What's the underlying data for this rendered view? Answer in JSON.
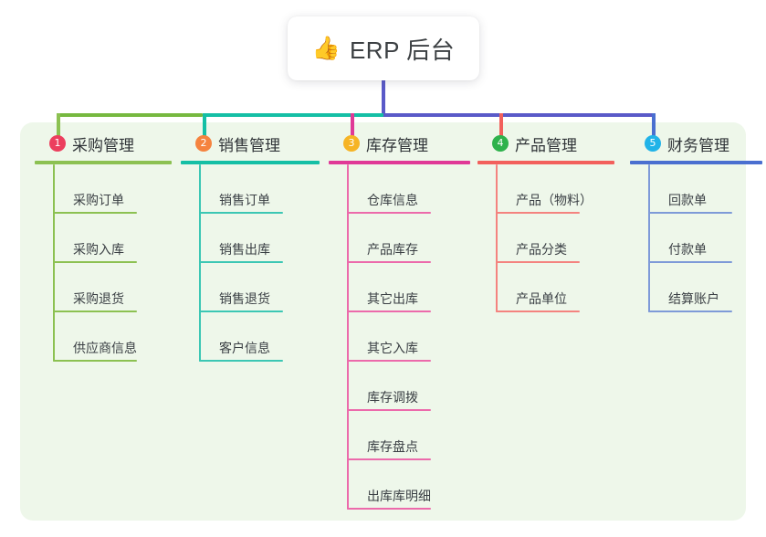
{
  "root": {
    "icon": "thumbs-up-icon",
    "emoji": "👍",
    "title": "ERP 后台"
  },
  "palette": {
    "panel_bg": "#eef7ea",
    "page_bg": "#ffffff",
    "stem": "#5a5ac8",
    "bus_left": "#76b83f",
    "bus_mid": "#14bfa5",
    "bus_right": "#5a5ac8"
  },
  "columns": [
    {
      "number": "1",
      "title": "采购管理",
      "badge_color": "#ec3f5e",
      "rule_color": "#8cc152",
      "line_color": "#8cc152",
      "items": [
        {
          "label": "采购订单"
        },
        {
          "label": "采购入库"
        },
        {
          "label": "采购退货"
        },
        {
          "label": "供应商信息"
        }
      ]
    },
    {
      "number": "2",
      "title": "销售管理",
      "badge_color": "#f5833f",
      "rule_color": "#14bfa5",
      "line_color": "#3cc7b4",
      "items": [
        {
          "label": "销售订单"
        },
        {
          "label": "销售出库"
        },
        {
          "label": "销售退货"
        },
        {
          "label": "客户信息"
        }
      ]
    },
    {
      "number": "3",
      "title": "库存管理",
      "badge_color": "#f6b425",
      "rule_color": "#e03997",
      "line_color": "#ec6aab",
      "items": [
        {
          "label": "仓库信息"
        },
        {
          "label": "产品库存"
        },
        {
          "label": "其它出库"
        },
        {
          "label": "其它入库"
        },
        {
          "label": "库存调拨"
        },
        {
          "label": "库存盘点"
        },
        {
          "label": "出库库明细"
        }
      ]
    },
    {
      "number": "4",
      "title": "产品管理",
      "badge_color": "#2eb24c",
      "rule_color": "#f2605c",
      "line_color": "#f4837f",
      "items": [
        {
          "label": "产品（物料）"
        },
        {
          "label": "产品分类"
        },
        {
          "label": "产品单位"
        }
      ]
    },
    {
      "number": "5",
      "title": "财务管理",
      "badge_color": "#21b3e8",
      "rule_color": "#4a6fd0",
      "line_color": "#7e9ad8",
      "items": [
        {
          "label": "回款单"
        },
        {
          "label": "付款单"
        },
        {
          "label": "结算账户"
        }
      ]
    }
  ]
}
